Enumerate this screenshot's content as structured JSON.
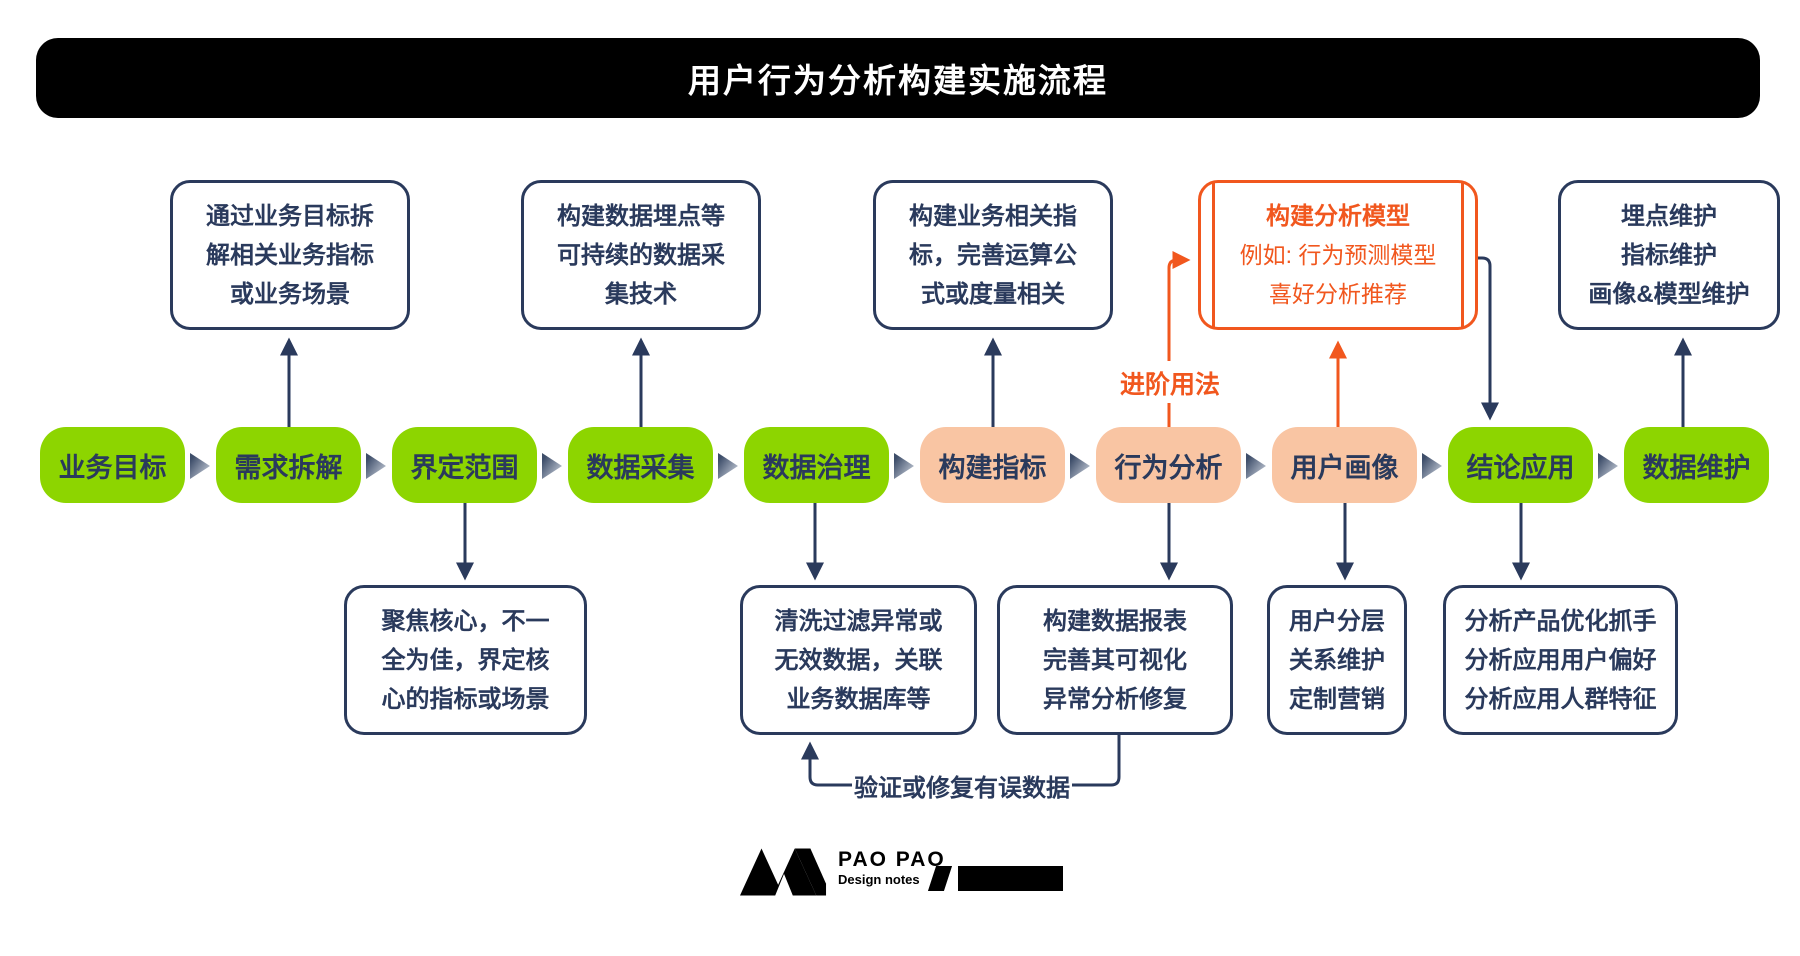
{
  "title": "用户行为分析构建实施流程",
  "flow": {
    "steps": [
      {
        "label": "业务目标"
      },
      {
        "label": "需求拆解"
      },
      {
        "label": "界定范围"
      },
      {
        "label": "数据采集"
      },
      {
        "label": "数据治理"
      },
      {
        "label": "构建指标"
      },
      {
        "label": "行为分析"
      },
      {
        "label": "用户画像"
      },
      {
        "label": "结论应用"
      },
      {
        "label": "数据维护"
      }
    ]
  },
  "callouts_top": [
    {
      "lines": [
        "通过业务目标拆",
        "解相关业务指标",
        "或业务场景"
      ]
    },
    {
      "lines": [
        "构建数据埋点等",
        "可持续的数据采",
        "集技术"
      ]
    },
    {
      "lines": [
        "构建业务相关指",
        "标，完善运算公",
        "式或度量相关"
      ]
    },
    {
      "lines": [
        "构建分析模型",
        "例如: 行为预测模型",
        "喜好分析推荐"
      ]
    },
    {
      "lines": [
        "埋点维护",
        "指标维护",
        "画像&模型维护"
      ]
    }
  ],
  "callouts_bottom": [
    {
      "lines": [
        "聚焦核心，不一",
        "全为佳，界定核",
        "心的指标或场景"
      ]
    },
    {
      "lines": [
        "清洗过滤异常或",
        "无效数据，关联",
        "业务数据库等"
      ]
    },
    {
      "lines": [
        "构建数据报表",
        "完善其可视化",
        "异常分析修复"
      ]
    },
    {
      "lines": [
        "用户分层",
        "关系维护",
        "定制营销"
      ]
    },
    {
      "lines": [
        "分析产品优化抓手",
        "分析应用用户偏好",
        "分析应用人群特征"
      ]
    }
  ],
  "annotations": {
    "advanced_usage": "进阶用法",
    "verify_fix": "验证或修复有误数据"
  },
  "logo": {
    "name": "PAO PAO",
    "subtitle": "Design notes"
  },
  "colors": {
    "navy": "#2A3A5C",
    "green": "#8DD500",
    "salmon": "#F9C5A3",
    "accent": "#F1571E",
    "title_bg": "#000000",
    "title_text": "#FFFFFF"
  }
}
